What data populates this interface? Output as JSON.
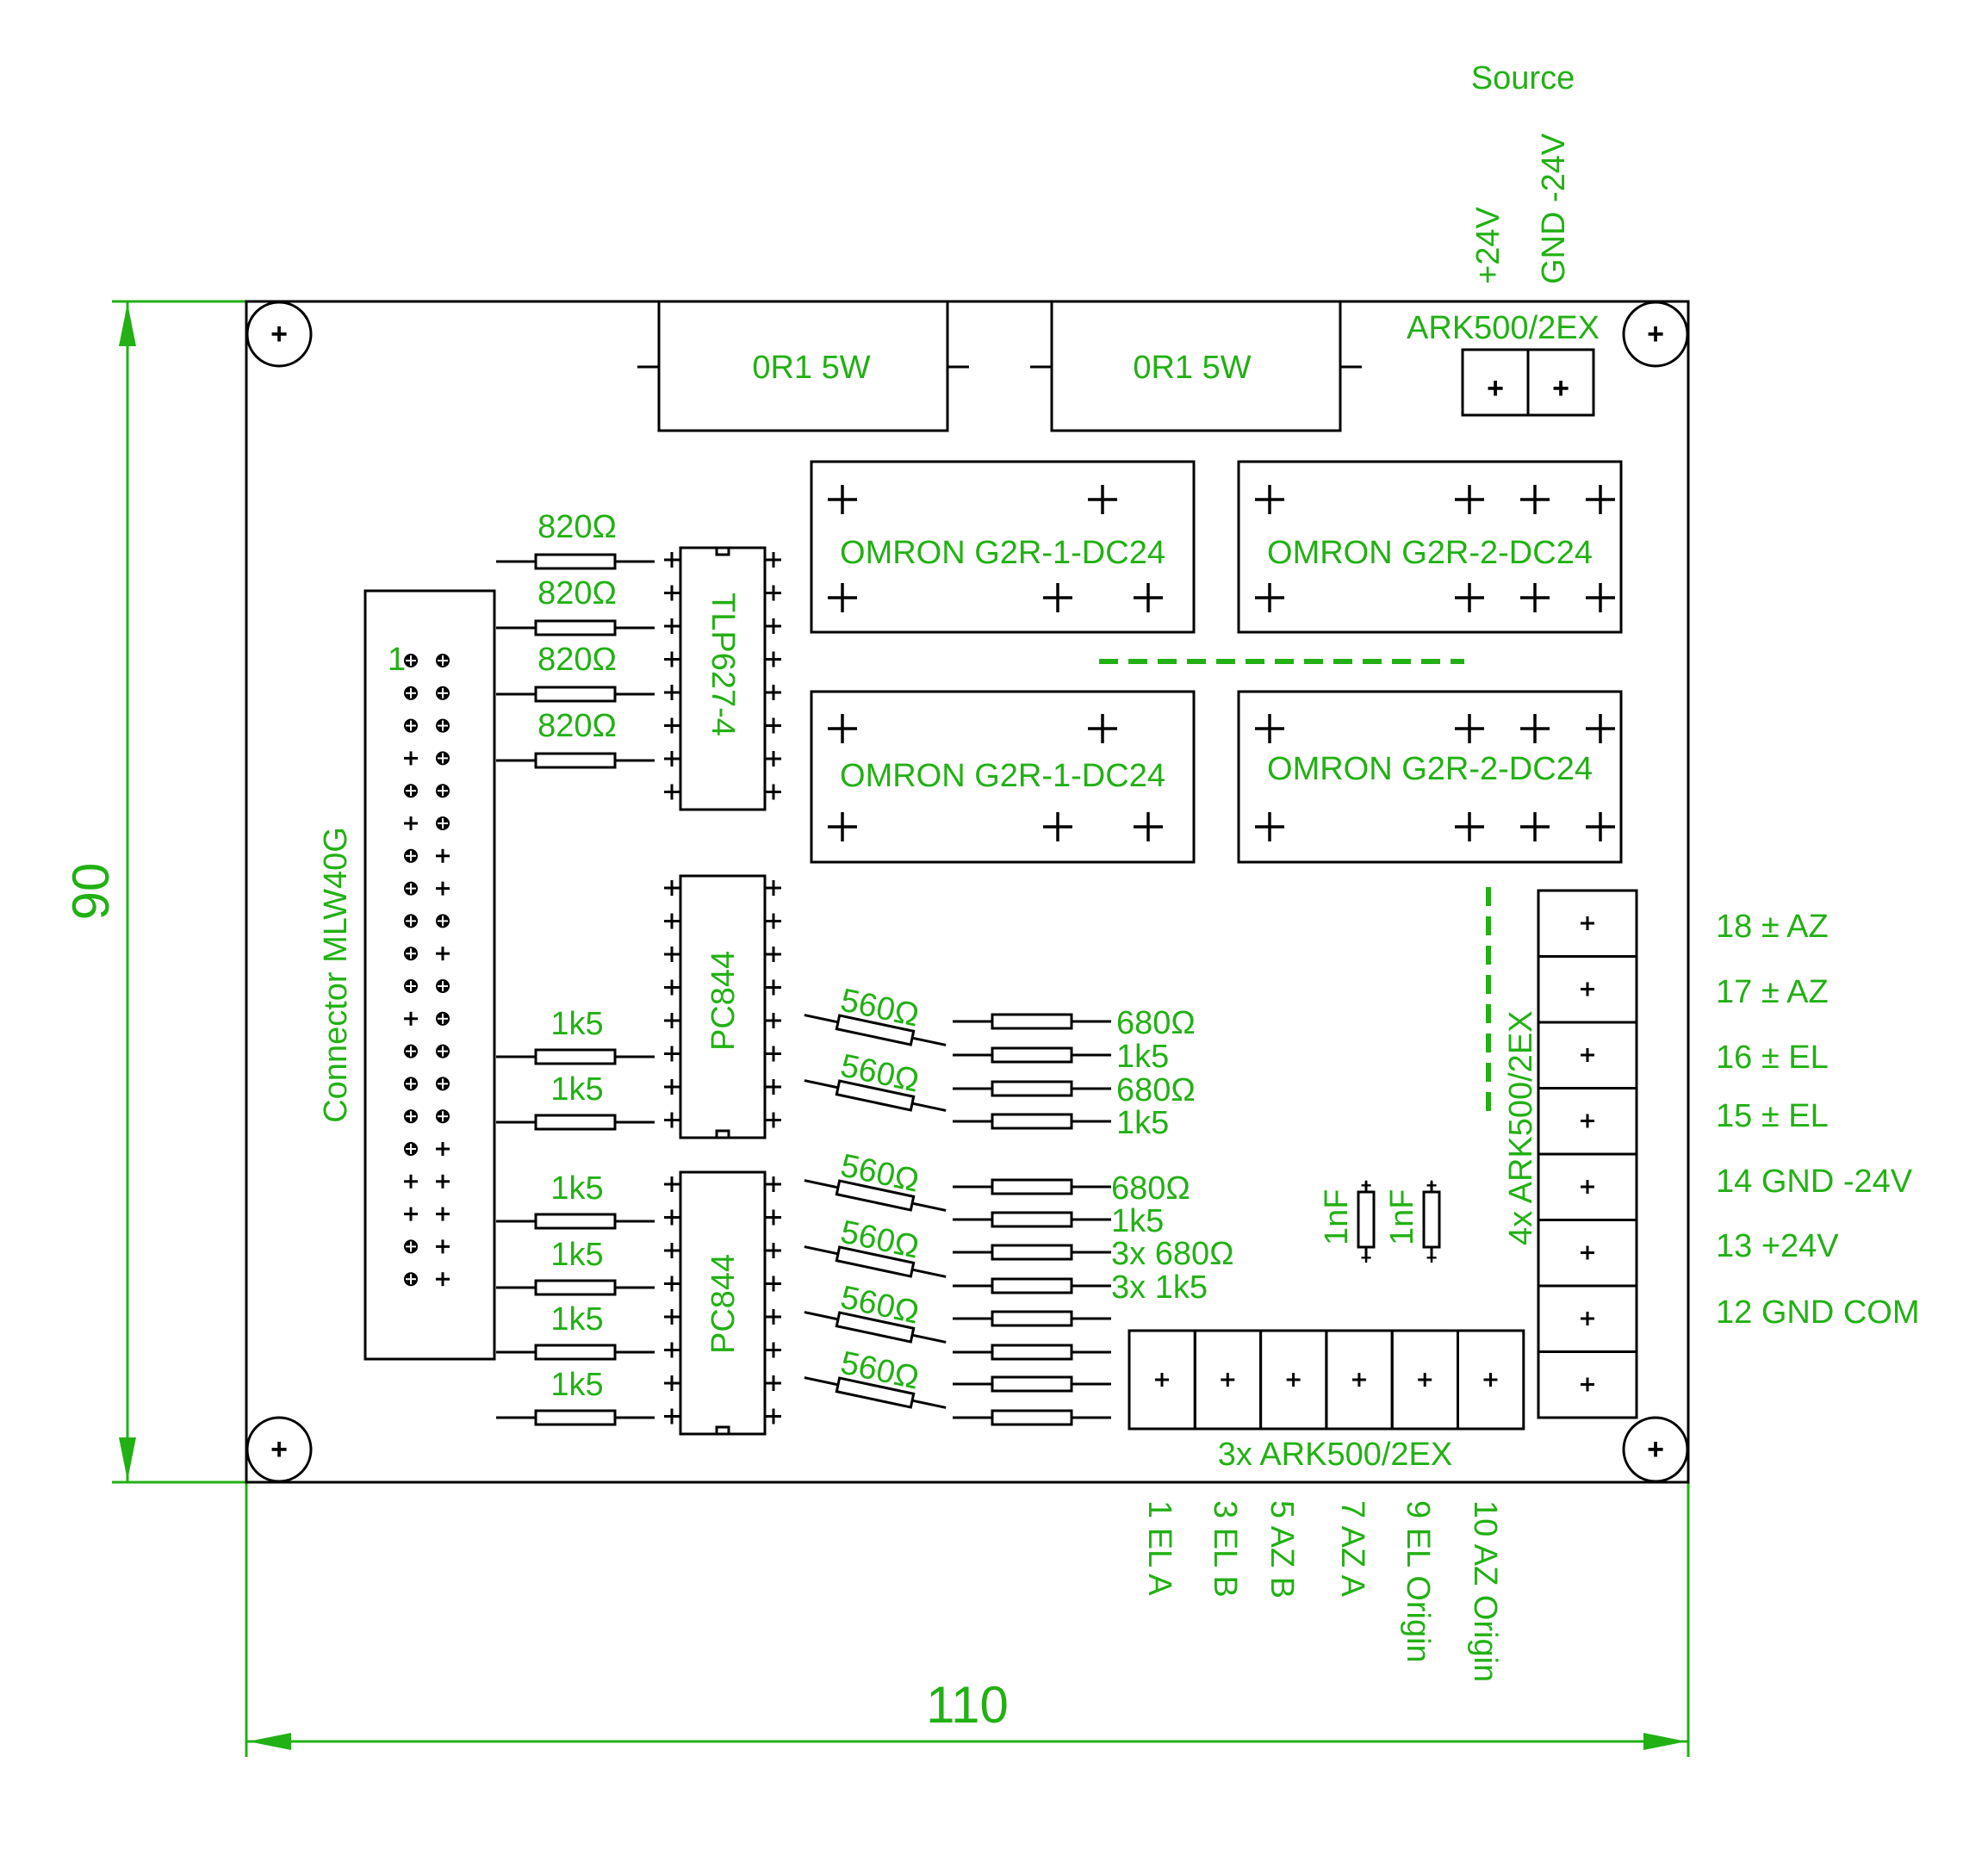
{
  "colors": {
    "label": "#22b014",
    "outline": "#000000",
    "background": "#ffffff"
  },
  "dimensions": {
    "height": "90",
    "width": "110"
  },
  "source": {
    "title": "Source",
    "pin1": "+24V",
    "pin2": "GND -24V",
    "terminal": "ARK500/2EX"
  },
  "power_resistors": [
    "0R1 5W",
    "0R1 5W"
  ],
  "relays": [
    "OMRON G2R-1-DC24",
    "OMRON G2R-2-DC24",
    "OMRON G2R-1-DC24",
    "OMRON G2R-2-DC24"
  ],
  "optocouplers": [
    "TLP627-4",
    "PC844",
    "PC844"
  ],
  "connector": {
    "label": "Connector MLW40G",
    "pin1": "1"
  },
  "resistors_820": [
    "820Ω",
    "820Ω",
    "820Ω",
    "820Ω"
  ],
  "resistors_1k5_left": [
    "1k5",
    "1k5",
    "1k5",
    "1k5",
    "1k5",
    "1k5"
  ],
  "resistors_560": [
    "560Ω",
    "560Ω",
    "560Ω",
    "560Ω",
    "560Ω",
    "560Ω"
  ],
  "resistors_right": [
    "680Ω",
    "1k5",
    "680Ω",
    "1k5",
    "680Ω",
    "1k5",
    "3x 680Ω",
    "3x 1k5"
  ],
  "capacitors": [
    "1nF",
    "1nF"
  ],
  "right_terminal": {
    "label": "4x ARK500/2EX",
    "pins": [
      "18 ± AZ",
      "17 ± AZ",
      "16 ± EL",
      "15 ± EL",
      "14 GND -24V",
      "13 +24V",
      "12 GND COM"
    ]
  },
  "bottom_terminal": {
    "label": "3x ARK500/2EX",
    "pins": [
      "1 EL A",
      "3 EL B",
      "5 AZ B",
      "7 AZ A",
      "9 EL Origin",
      "10 AZ Origin"
    ]
  }
}
